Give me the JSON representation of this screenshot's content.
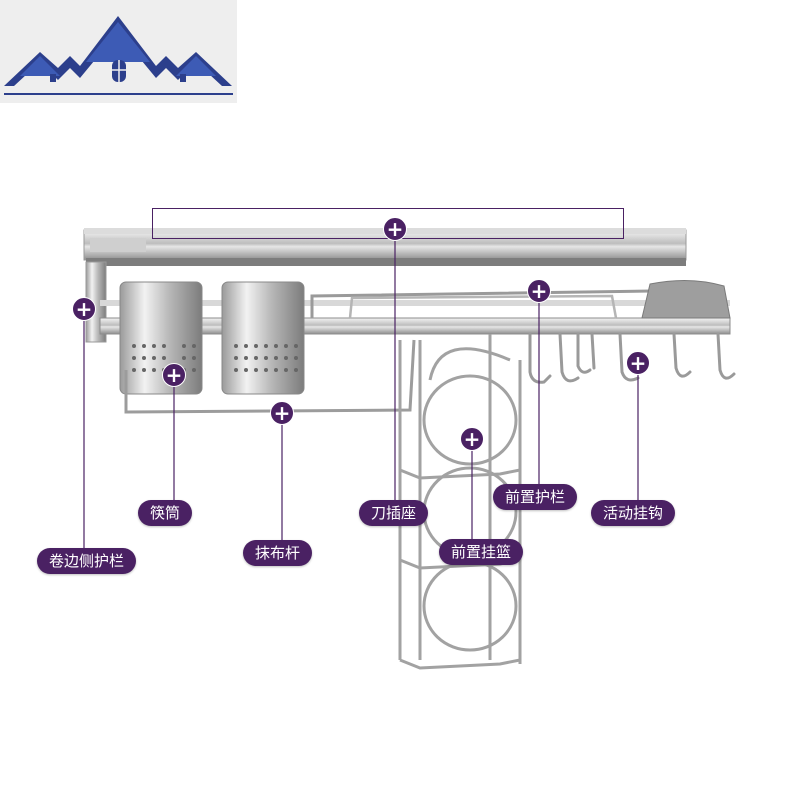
{
  "colors": {
    "accent": "#4a2163",
    "logo_blue": "#2c3f8c",
    "steel_light": "#e8e8e8",
    "steel_dark": "#8a8a8a"
  },
  "logo": {
    "icon": "house-roofs-logo"
  },
  "callouts": {
    "chopstick_holder": "筷筒",
    "rolled_side_guard": "卷边侧护栏",
    "towel_bar": "抹布杆",
    "knife_block": "刀插座",
    "front_guardrail": "前置护栏",
    "front_basket": "前置挂篮",
    "movable_hooks": "活动挂钩"
  },
  "plus_symbol": "+"
}
